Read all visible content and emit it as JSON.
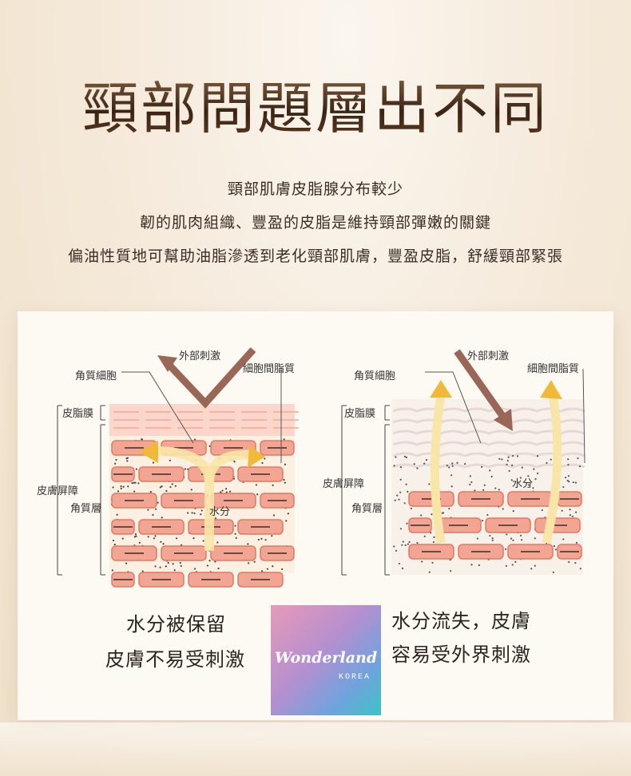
{
  "header": {
    "title": "頸部問題層出不同",
    "lines": [
      "頸部肌膚皮脂腺分布較少",
      "韌的肌肉組織、豐盈的皮脂是維持頸部彈嫩的關鍵",
      "偏油性質地可幫助油脂滲透到老化頸部肌膚，豐盈皮脂，舒緩頸部緊張"
    ]
  },
  "diagram_left": {
    "labels": {
      "external": "外部刺激",
      "corneocyte": "角質細胞",
      "intercellular_lipid": "細胞間脂質",
      "sebum_film": "皮脂膜",
      "skin_barrier": "皮膚屏障",
      "stratum_corneum": "角質層",
      "water": "水分"
    },
    "caption": [
      "水分被保留",
      "皮膚不易受刺激"
    ]
  },
  "diagram_right": {
    "labels": {
      "external": "外部刺激",
      "corneocyte": "角質細胞",
      "intercellular_lipid": "細胞間脂質",
      "sebum_film": "皮脂膜",
      "skin_barrier": "皮膚屏障",
      "stratum_corneum": "角質層",
      "water": "水分"
    },
    "caption": [
      "水分流失，皮膚",
      "容易受外界刺激"
    ]
  },
  "watermark": {
    "name": "Wonderland",
    "sub": "KOREA"
  },
  "colors": {
    "cell_fill": "#f3a593",
    "cell_stroke": "#e07a63",
    "lipid": "#fbeedd",
    "sebum": "#fbd8cf",
    "arrow_brown": "#9a6656",
    "arrow_gold": "#f0b93a"
  }
}
